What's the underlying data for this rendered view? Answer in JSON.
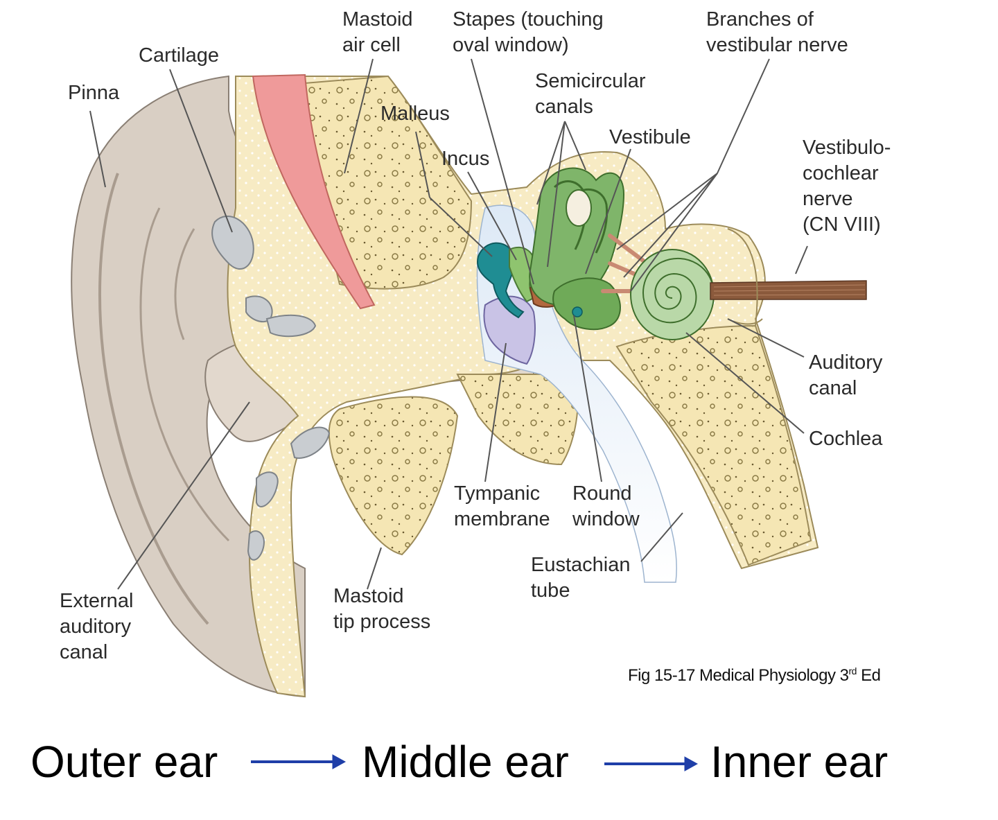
{
  "labels": {
    "pinna": "Pinna",
    "cartilage": "Cartilage",
    "mastoid_air_cell": "Mastoid\nair cell",
    "stapes": "Stapes (touching\noval window)",
    "branches_vestibular": "Branches of\nvestibular nerve",
    "semicircular_canals": "Semicircular\ncanals",
    "malleus": "Malleus",
    "incus": "Incus",
    "vestibule": "Vestibule",
    "vestibulocochlear": "Vestibulo-\ncochlear\nnerve\n(CN VIII)",
    "auditory_canal": "Auditory\ncanal",
    "cochlea": "Cochlea",
    "tympanic_membrane": "Tympanic\nmembrane",
    "round_window": "Round\nwindow",
    "eustachian_tube": "Eustachian\ntube",
    "mastoid_tip": "Mastoid\ntip process",
    "external_auditory_canal": "External\nauditory\ncanal"
  },
  "caption": {
    "text": "Fig 15-17 Medical Physiology 3",
    "superscript": "rd",
    "suffix": " Ed"
  },
  "flow": {
    "outer": "Outer ear",
    "middle": "Middle ear",
    "inner": "Inner ear",
    "arrow_color": "#1f3fa8"
  },
  "colors": {
    "skin": "#d9cfc4",
    "skin_dark": "#b8aca0",
    "bone": "#f7ebc4",
    "cartilage": "#c9cdd1",
    "muscle": "#ef9a9a",
    "inner_ear": "#7fb56a",
    "cochlea": "#b9d8a8",
    "malleus": "#1f8d93",
    "tympanic": "#c9c3e6",
    "air": "#dde9f6",
    "nerve": "#8b5a3c"
  }
}
